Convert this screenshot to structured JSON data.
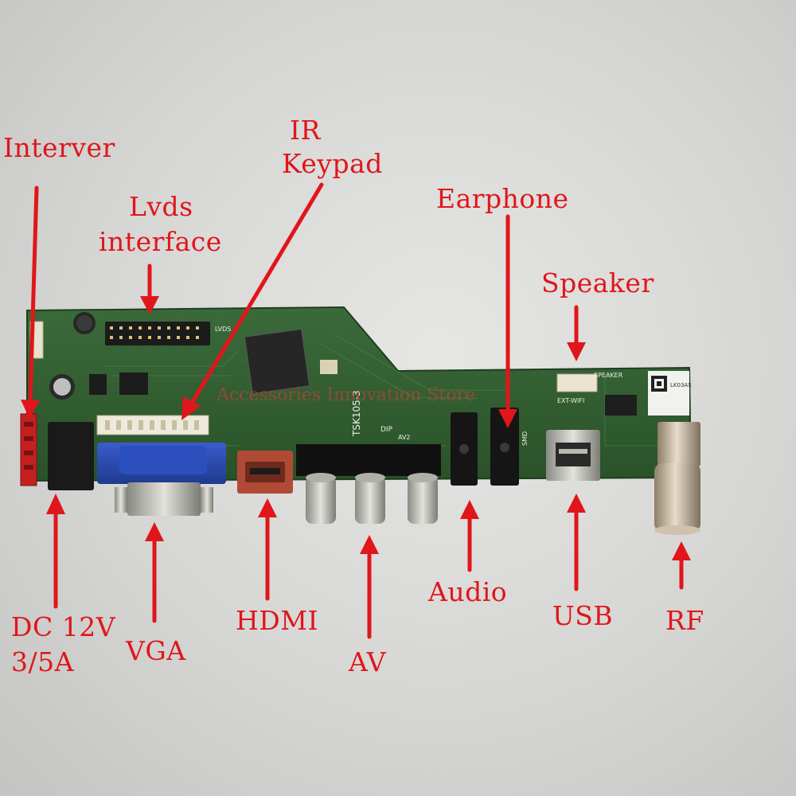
{
  "labels": {
    "interver": "Interver",
    "lvds_line1": "Lvds",
    "lvds_line2": "interface",
    "ir_line1": "IR",
    "ir_line2": "Keypad",
    "earphone": "Earphone",
    "speaker": "Speaker",
    "dc_line1": "DC 12V",
    "dc_line2": "3/5A",
    "vga": "VGA",
    "hdmi": "HDMI",
    "av": "AV",
    "audio": "Audio",
    "usb": "USB",
    "rf": "RF"
  },
  "watermark": "Accessories Innovation Store",
  "board_text": {
    "model": "TSK105-3",
    "lvds": "LVDS",
    "ext_wifi": "EXT-WIFI",
    "speaker": "SPEAKER",
    "smd": "SMD",
    "dip": "DIP",
    "av2": "AV2",
    "sticker": "LK03AS"
  },
  "colors": {
    "label_red": "#e0161b",
    "pcb_green": "#2f5a30",
    "vga_blue": "#2747a8"
  }
}
